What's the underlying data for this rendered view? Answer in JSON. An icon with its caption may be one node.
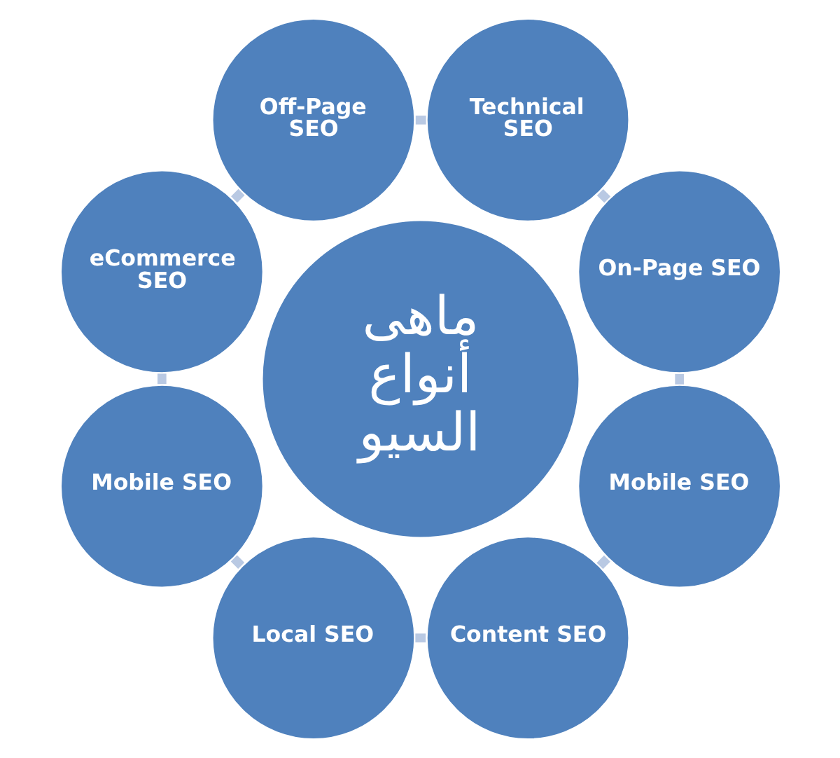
{
  "diagram": {
    "nodes": [
      {
        "text": [
          "ماهى أنواع السيو"
        ]
      },
      {
        "text": [
          "Technical SEO"
        ]
      },
      {
        "text": [
          "On-Page SEO"
        ]
      },
      {
        "text": [
          "Mobile SEO"
        ]
      },
      {
        "text": [
          "Content SEO"
        ]
      },
      {
        "text": [
          "Local SEO"
        ]
      },
      {
        "text": [
          "Mobile SEO"
        ]
      },
      {
        "text": [
          "eCommerce SEO"
        ]
      },
      {
        "text": [
          "Off-Page SEO"
        ]
      }
    ],
    "edges": [
      {
        "from": 1,
        "to": 2,
        "arrow": "none"
      },
      {
        "from": 2,
        "to": 3,
        "arrow": "none"
      },
      {
        "from": 3,
        "to": 4,
        "arrow": "none"
      },
      {
        "from": 4,
        "to": 5,
        "arrow": "none"
      },
      {
        "from": 5,
        "to": 6,
        "arrow": "none"
      },
      {
        "from": 6,
        "to": 7,
        "arrow": "none"
      },
      {
        "from": 7,
        "to": 8,
        "arrow": "none"
      },
      {
        "from": 8,
        "to": 1,
        "arrow": "none"
      }
    ]
  }
}
